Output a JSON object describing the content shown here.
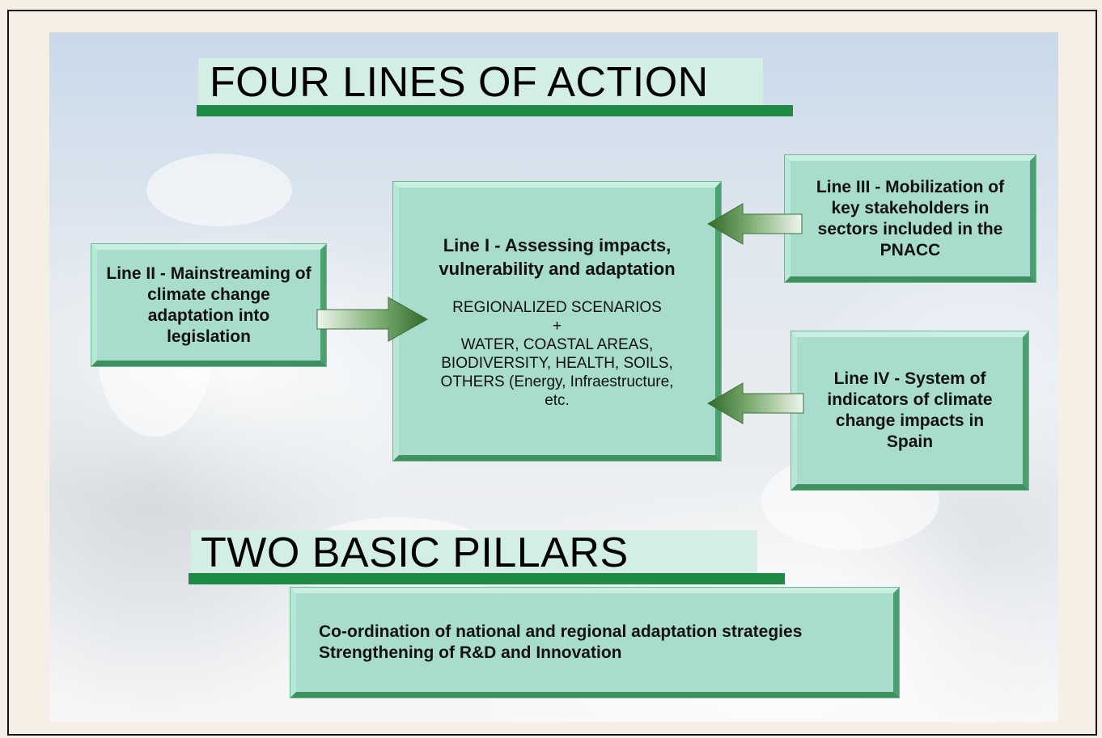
{
  "headings": {
    "top": "FOUR LINES OF ACTION",
    "bottom": "TWO BASIC PILLARS"
  },
  "boxes": {
    "line1": {
      "title": "Line I - Assessing impacts, vulnerability and adaptation",
      "body_lines": [
        "REGIONALIZED SCENARIOS",
        "+",
        "WATER, COASTAL AREAS,",
        "BIODIVERSITY, HEALTH, SOILS,",
        "OTHERS (Energy, Infraestructure,",
        "etc."
      ]
    },
    "line2": {
      "title": "Line II - Mainstreaming of climate change adaptation into legislation"
    },
    "line3": {
      "title": "Line III - Mobilization of key stakeholders in sectors included in the PNACC"
    },
    "line4": {
      "title": "Line IV - System of indicators of climate change impacts in Spain"
    },
    "pillars": {
      "items": [
        "Co-ordination of national and regional adaptation strategies",
        "Strengthening of R&D and Innovation"
      ]
    }
  },
  "colors": {
    "box_fill": "#a8dccd",
    "accent_green": "#1f8a46",
    "heading_fill": "#d3eee3"
  }
}
